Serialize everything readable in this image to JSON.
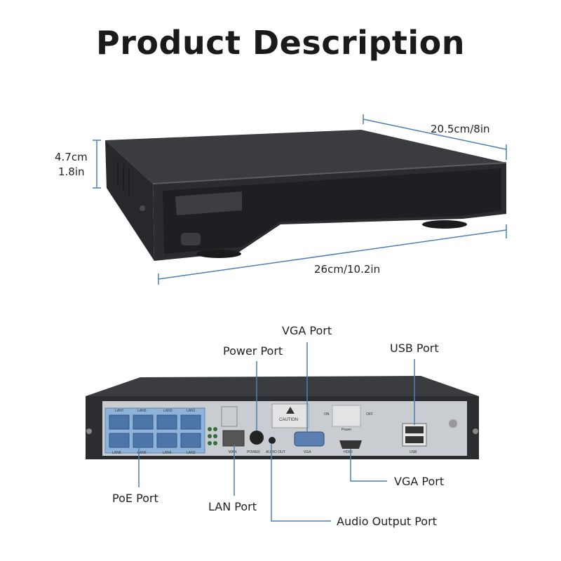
{
  "title": "Product Description",
  "dimensions": {
    "height_cm": "4.7cm",
    "height_in": "1.8in",
    "depth": "20.5cm/8in",
    "width": "26cm/10.2in"
  },
  "callouts": {
    "vga_port_top": "VGA Port",
    "power_port": "Power Port",
    "usb_port": "USB Port",
    "poe_port": "PoE Port",
    "lan_port": "LAN Port",
    "vga_port_right": "VGA Port",
    "audio_output_port": "Audio Output Port"
  },
  "panel_labels": {
    "lan7": "LAN7",
    "lan5": "LAN5",
    "lan3": "LAN3",
    "lan1": "LAN1",
    "lan8": "LAN8",
    "lan6": "LAN6",
    "lan4": "LAN4",
    "lan2": "LAN2",
    "wan": "WAN",
    "power": "POWER",
    "audio_out": "AUDIO OUT",
    "vga": "VGA",
    "caution": "CAUTION",
    "on": "ON",
    "off": "OFF",
    "power_small": "Power",
    "usb": "USB",
    "hdmi": "HDMI"
  },
  "colors": {
    "accent_line": "#4a7fb5",
    "device_body": "#2b2d30",
    "panel": "#c9ccd0"
  }
}
